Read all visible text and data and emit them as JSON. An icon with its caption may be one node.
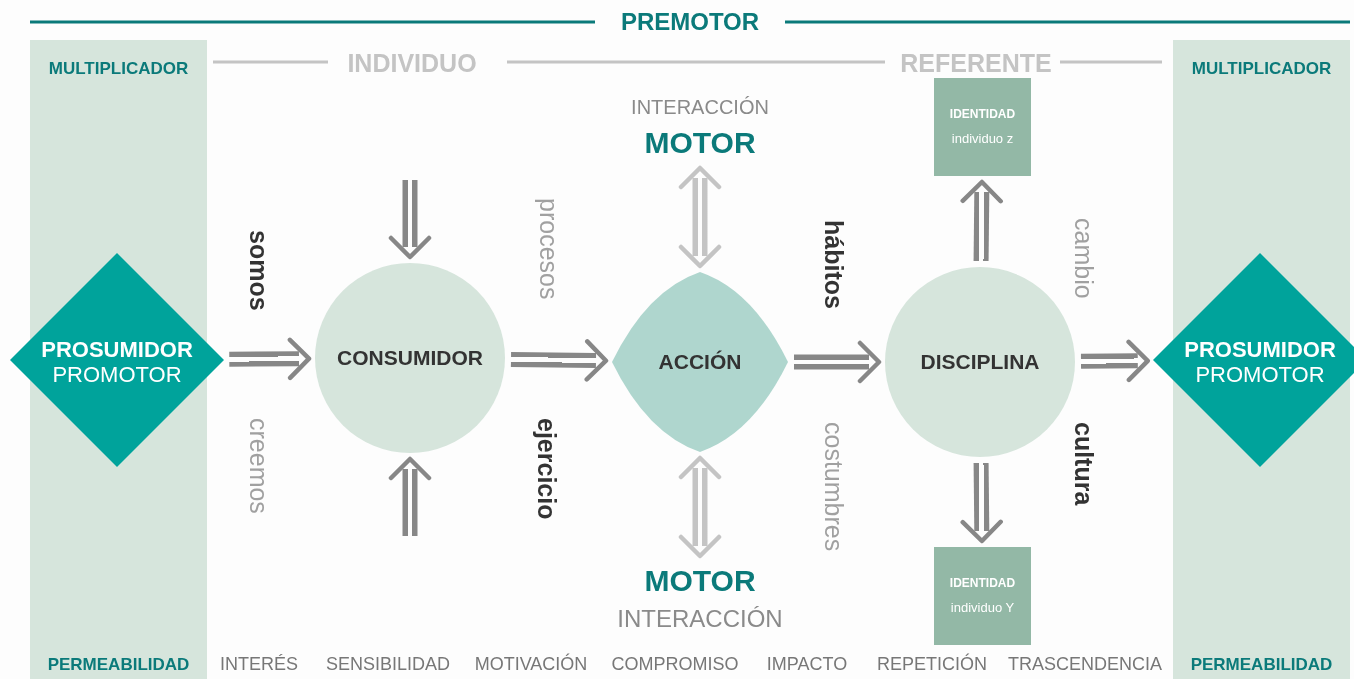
{
  "diagram": {
    "nodes": [
      {
        "text": [
          "MULTIPLICADOR",
          "PERMEABILIDAD"
        ]
      },
      {
        "text": [
          "PROSUMIDOR",
          "PROMOTOR"
        ]
      },
      {
        "text": [
          "CONSUMIDOR"
        ]
      },
      {
        "text": [
          "ACCIÓN"
        ]
      },
      {
        "text": [
          "DISCIPLINA"
        ]
      },
      {
        "text": [
          "MULTIPLICADOR",
          "PERMEABILIDAD"
        ]
      },
      {
        "text": [
          "PROSUMIDOR",
          "PROMOTOR"
        ]
      },
      {
        "text": [
          "IDENTIDAD",
          "individuo z"
        ]
      },
      {
        "text": [
          "IDENTIDAD",
          "individuo Y"
        ]
      },
      {
        "text": [
          "INTERACCIÓN",
          "MOTOR"
        ]
      },
      {
        "text": [
          "MOTOR",
          "INTERACCIÓN"
        ]
      }
    ],
    "edges": [
      {
        "from": 1,
        "to": 2,
        "arrow": "to"
      },
      {
        "from": null,
        "to": 2,
        "arrow": "to"
      },
      {
        "from": null,
        "to": 2,
        "arrow": "to"
      },
      {
        "from": 2,
        "to": 3,
        "arrow": "to"
      },
      {
        "from": 3,
        "to": 9,
        "arrow": "both",
        "color": "#c4c4c4"
      },
      {
        "from": 3,
        "to": 10,
        "arrow": "both",
        "color": "#c4c4c4"
      },
      {
        "from": 3,
        "to": 4,
        "arrow": "to"
      },
      {
        "from": 4,
        "to": 7,
        "arrow": "to"
      },
      {
        "from": 4,
        "to": 8,
        "arrow": "to"
      },
      {
        "from": 4,
        "to": 6,
        "arrow": "to"
      }
    ],
    "labels": [
      "PREMOTOR",
      "INDIVIDUO",
      "REFERENTE",
      "somos",
      "creemos",
      "procesos",
      "ejercicio",
      "hábitos",
      "costumbres",
      "cambio",
      "cultura",
      "INTERÉS",
      "SENSIBILIDAD",
      "MOTIVACIÓN",
      "COMPROMISO",
      "IMPACTO",
      "REPETICIÓN",
      "TRASCENDENCIA"
    ]
  }
}
